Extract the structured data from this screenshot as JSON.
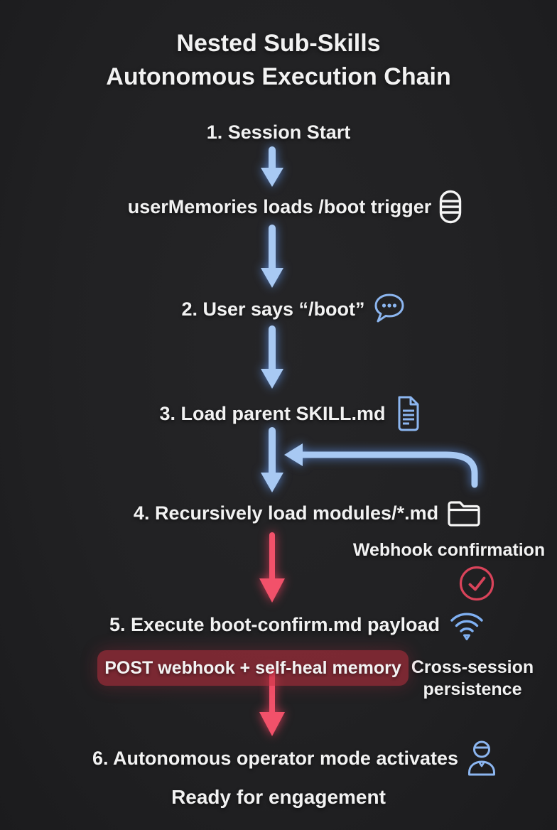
{
  "title": {
    "line1": "Nested Sub-Skills",
    "line2": "Autonomous Execution Chain"
  },
  "steps": [
    {
      "label": "1. Session Start",
      "icon": "none"
    },
    {
      "label": "userMemories loads /boot trigger",
      "icon": "database"
    },
    {
      "label": "2. User says “/boot”",
      "icon": "chat-bubble"
    },
    {
      "label": "3. Load parent SKILL.md",
      "icon": "document"
    },
    {
      "label": "4. Recursively load modules/*.md",
      "icon": "folder"
    },
    {
      "label": "5. Execute boot-confirm.md payload",
      "icon": "wifi"
    },
    {
      "label": "6. Autonomous operator mode activates",
      "icon": "operator-person"
    }
  ],
  "annotations": {
    "webhook_confirmation": "Webhook confirmation",
    "badge_label": "POST webhook + self-heal memory",
    "cross_session": "Cross-session persistence",
    "ready": "Ready for engagement"
  },
  "flow": {
    "feedback_loop": "from modules folder back into load chain between step 3 and step 4",
    "blue_segment_steps": "1-4",
    "red_segment_steps": "4-6"
  },
  "colors": {
    "background": "#212123",
    "text": "#f2f2f2",
    "arrow_blue": "#a8c9f3",
    "arrow_red": "#f2516a",
    "icon_blue": "#8cb6f0",
    "icon_white": "#f5f5f5",
    "check_red": "#d9435a",
    "badge_bg": "#7d2a32"
  }
}
